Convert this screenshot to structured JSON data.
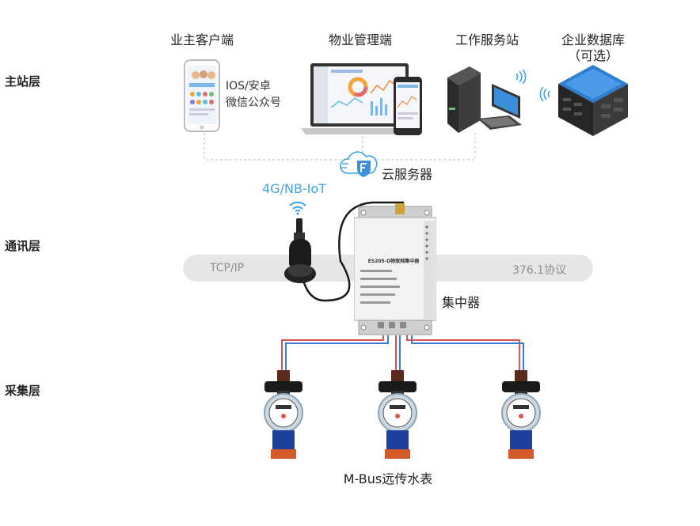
{
  "layers": {
    "master": "主站层",
    "comm": "通讯层",
    "collect": "采集层"
  },
  "nodes": {
    "owner": "业主客户端",
    "owner_sub1": "IOS/安卓",
    "owner_sub2": "微信公众号",
    "property": "物业管理端",
    "station": "工作服务站",
    "database": "企业数据库",
    "database_sub": "（可选）",
    "cloud": "云服务器",
    "network": "4G/NB-IoT",
    "concentrator": "集中器",
    "meters": "M-Bus远传水表"
  },
  "pill": {
    "left": "TCP/IP",
    "right": "376.1协议"
  },
  "device": {
    "name": "ES205-D物联网集中器"
  },
  "colors": {
    "accent": "#3da3e8",
    "bus_red": "#d9534f",
    "bus_blue": "#3a7bd5"
  }
}
